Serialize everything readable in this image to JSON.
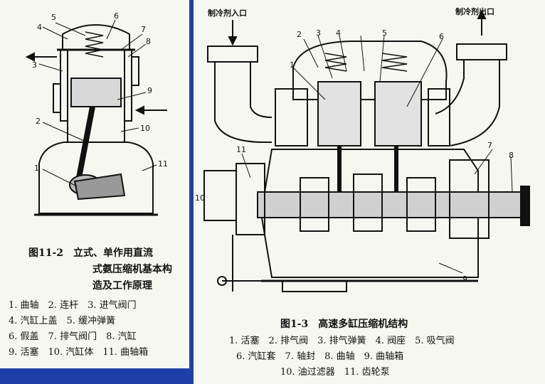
{
  "left": {
    "caption_title": [
      "图11-2　立式、单作用直流",
      "式氨压缩机基本构",
      "造及工作原理"
    ],
    "legend": [
      "1. 曲轴　2. 连杆　3. 进气阀门",
      "4. 汽缸上盖　5. 缓冲弹簧",
      "6. 假盖　7. 排气阀门　8. 汽缸",
      "9. 活塞　10. 汽缸体　11. 曲轴箱"
    ],
    "callouts": [
      "1",
      "2",
      "3",
      "4",
      "5",
      "6",
      "7",
      "8",
      "9",
      "10",
      "11"
    ]
  },
  "right": {
    "inlet_label": "制冷剂入口",
    "outlet_label": "制冷剂出口",
    "caption_title": "图1-3　高速多缸压缩机结构",
    "legend": [
      "1. 活塞　2. 排气阀　3. 排气弹簧　4. 阀座　5. 吸气阀",
      "6. 汽缸套　7. 轴封　8. 曲轴　9. 曲轴箱",
      "10. 油过滤器　11. 齿轮泵"
    ],
    "callouts": [
      "1",
      "2",
      "3",
      "4",
      "5",
      "6",
      "7",
      "8",
      "9",
      "10",
      "11"
    ]
  },
  "colors": {
    "frame": "#1f3fa8",
    "paper": "#f7f7f2",
    "ink": "#111111"
  }
}
